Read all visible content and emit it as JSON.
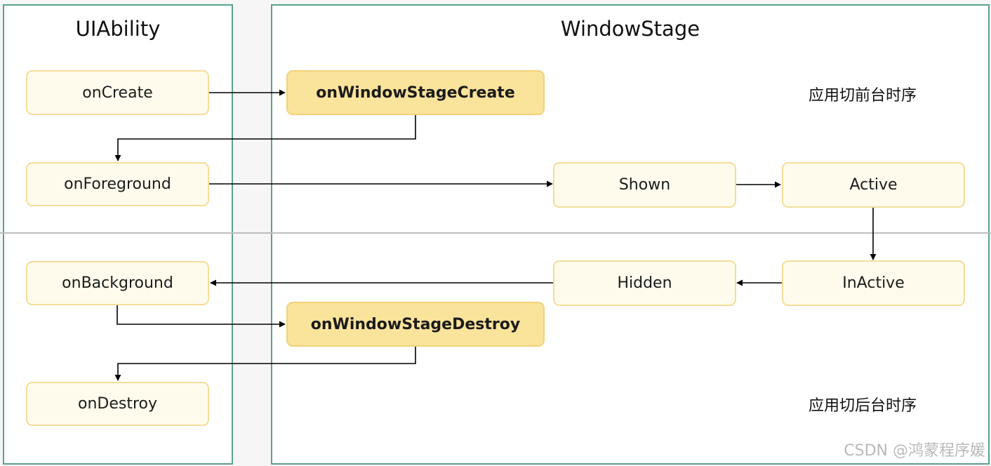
{
  "panels": {
    "uiability_title": "UIAbility",
    "windowstage_title": "WindowStage"
  },
  "nodes": {
    "on_create": "onCreate",
    "on_foreground": "onForeground",
    "on_background": "onBackground",
    "on_destroy": "onDestroy",
    "on_window_stage_create": "onWindowStageCreate",
    "on_window_stage_destroy": "onWindowStageDestroy",
    "shown": "Shown",
    "active": "Active",
    "hidden": "Hidden",
    "inactive": "InActive"
  },
  "notes": {
    "foreground_sequence": "应用切前台时序",
    "background_sequence": "应用切后台时序"
  },
  "watermark": "CSDN @鸿蒙程序媛",
  "colors": {
    "panel_border": "#5aa38a",
    "node_fill": "#fffbec",
    "node_border": "#f3dd9a",
    "highlight_fill": "#fae39b"
  }
}
